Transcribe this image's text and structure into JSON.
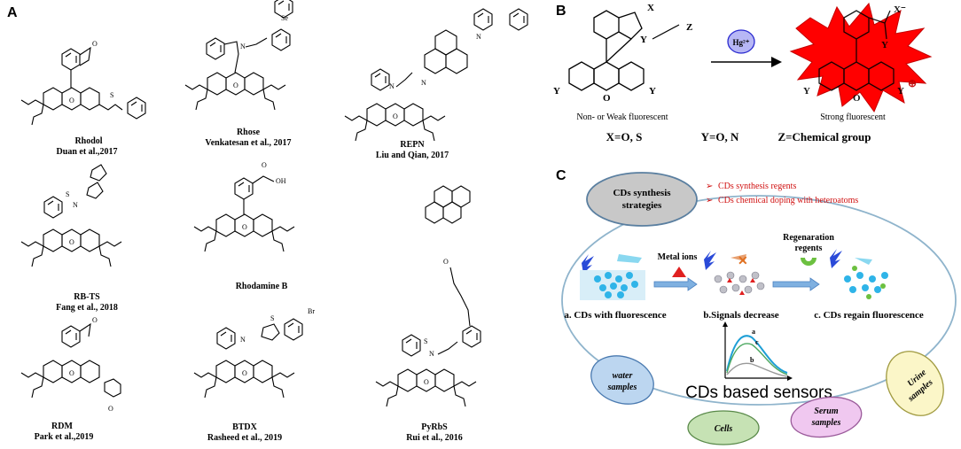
{
  "panels": {
    "a": "A",
    "b": "B",
    "c": "C"
  },
  "panel_a": {
    "compounds": [
      {
        "name": "Rhodol",
        "ref": "Duan et al.,2017"
      },
      {
        "name": "Rhose",
        "ref": "Venkatesan et al., 2017"
      },
      {
        "name": "REPN",
        "ref": "Liu and Qian, 2017"
      },
      {
        "name": "RB-TS",
        "ref": "Fang et al., 2018"
      },
      {
        "name": "Rhodamine  B",
        "ref": ""
      },
      {
        "name": "PyRbS",
        "ref": "Rui et al., 2016"
      },
      {
        "name": "RDM",
        "ref": "Park et al.,2019"
      },
      {
        "name": "BTDX",
        "ref": "Rasheed et al., 2019"
      }
    ],
    "atom_labels": {
      "o": "O",
      "s": "S",
      "n": "N",
      "se": "Se",
      "oh": "OH",
      "br": "Br"
    }
  },
  "panel_b": {
    "left_caption": "Non- or Weak fluorescent",
    "right_caption": "Strong fluorescent",
    "reagent": "Hg²⁺",
    "legend": {
      "x": "X=O, S",
      "y": "Y=O, N",
      "z": "Z=Chemical group"
    },
    "atoms": {
      "x": "X",
      "x_minus": "X⁻",
      "y": "Y",
      "z": "Z",
      "o": "O",
      "plus": "⊕"
    }
  },
  "panel_c": {
    "synthesis_title_1": "CDs synthesis",
    "synthesis_title_2": "strategies",
    "bullet_1": "CDs synthesis regents",
    "bullet_2": "CDs chemical doping with heteroatoms",
    "metal_ions": "Metal ions",
    "regeneration_1": "Regenaration",
    "regeneration_2": "regents",
    "step_a": "a. CDs with fluorescence",
    "step_b": "b.Signals decrease",
    "step_c": "c. CDs regain fluorescence",
    "curve_labels": {
      "a": "a",
      "b": "b",
      "c": "c"
    },
    "center_title": "CDs based sensors",
    "samples": {
      "water_1": "water",
      "water_2": "samples",
      "cells": "Cells",
      "serum_1": "Serum",
      "serum_2": "samples",
      "urine_1": "Urine",
      "urine_2": "samples"
    },
    "colors": {
      "synthesis_fill": "#c8c8c8",
      "water_fill": "#bcd6f0",
      "cells_fill": "#c6e2b4",
      "serum_fill": "#f0c8f0",
      "urine_fill": "#fbf6c8",
      "bullet_red": "#d01010",
      "curve_blue": "#1e9fd6",
      "big_ellipse": "#8fb4cc"
    }
  }
}
